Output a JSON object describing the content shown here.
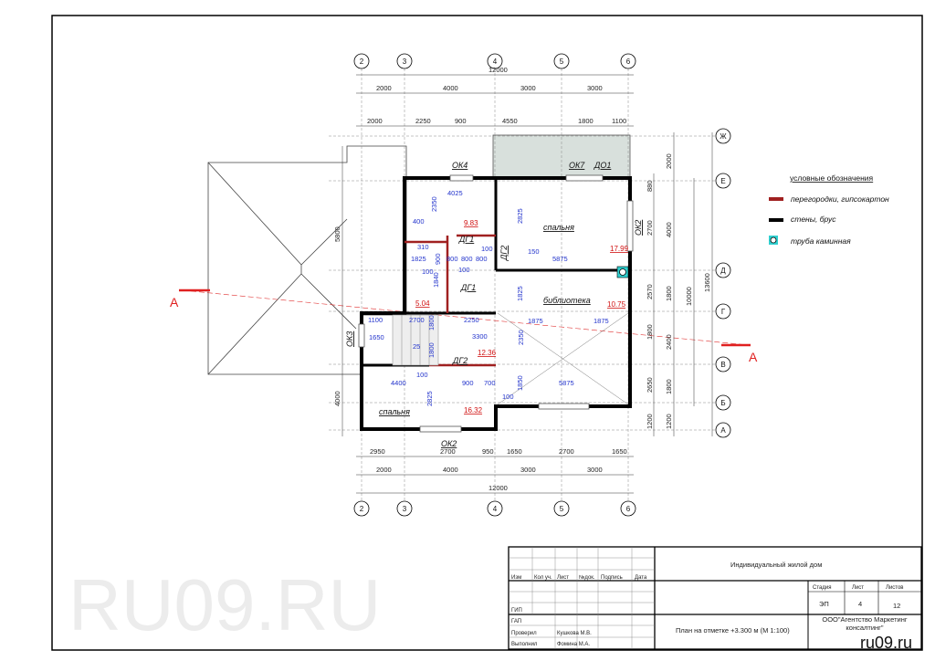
{
  "drawing": {
    "axes_columns": [
      "2",
      "3",
      "4",
      "5",
      "6"
    ],
    "axes_rows": [
      "Ж",
      "Е",
      "Д",
      "Г",
      "В",
      "Б",
      "А"
    ],
    "top_dims_total": "12000",
    "top_dims_axes": [
      "2000",
      "4000",
      "3000",
      "3000"
    ],
    "top_dims_detail": [
      "2000",
      "2250",
      "900",
      "4550",
      "1800",
      "1100"
    ],
    "bottom_dims_detail": [
      "2950",
      "2700",
      "950",
      "1650",
      "2700",
      "1650"
    ],
    "bottom_dims_axes": [
      "2000",
      "4000",
      "3000",
      "3000"
    ],
    "bottom_dims_total": "12000",
    "right_dims_outer": [
      "880",
      "2700",
      "2570",
      "1800",
      "2650",
      "1200"
    ],
    "right_dims_axes": [
      "2000",
      "4000",
      "1800",
      "2400",
      "1800",
      "1200"
    ],
    "right_dims_sub": "10000",
    "right_dims_total": "13600",
    "left_dims": [
      "5800",
      "4000"
    ],
    "section_mark": "А",
    "openings": [
      "ОК4",
      "ОК7",
      "ДО1",
      "ОК2",
      "ОК3",
      "ОК2",
      "ДГ1",
      "ДГ1",
      "ДГ2",
      "ДГ2"
    ],
    "rooms": [
      {
        "name": "спальня",
        "area": "17.99"
      },
      {
        "name": "библиотека",
        "area": "10.75"
      },
      {
        "name": "спальня",
        "area": "16.32"
      }
    ],
    "areas_other": [
      "9.83",
      "5.04",
      "12.36"
    ],
    "inner_dims": [
      "4025",
      "2350",
      "400",
      "310",
      "1825",
      "900",
      "800",
      "800",
      "800",
      "100",
      "100",
      "1840",
      "100",
      "2825",
      "150",
      "5875",
      "1825",
      "1100",
      "2700",
      "1800",
      "2250",
      "3300",
      "1650",
      "25",
      "1800",
      "1875",
      "1875",
      "2350",
      "4400",
      "100",
      "2825",
      "900",
      "700",
      "1850",
      "100",
      "5875"
    ],
    "watermark": "RU09.RU"
  },
  "legend": {
    "title": "условные обозначения",
    "items": [
      {
        "label": "перегородки, гипсокартон",
        "color": "#a02020"
      },
      {
        "label": "стены, брус",
        "color": "#000000"
      },
      {
        "label": "труба каминная",
        "color": "#30d0d0"
      }
    ]
  },
  "title_block": {
    "headers": [
      "Изм",
      "Кол уч.",
      "Лист",
      "№док.",
      "Подпись",
      "Дата"
    ],
    "project": "Индивидуальный жилой дом",
    "roles": [
      {
        "role": "ГИП",
        "name": ""
      },
      {
        "role": "ГАП",
        "name": ""
      },
      {
        "role": "Проверил",
        "name": "Кушкова М.В."
      },
      {
        "role": "Выполнил",
        "name": "Фомина М.А."
      }
    ],
    "stage_label": "Стадия",
    "sheet_label": "Лист",
    "sheets_label": "Листов",
    "stage": "ЭП",
    "sheet": "4",
    "sheets": "12",
    "sheet_title": "План на отметке +3.300 м (М 1:100)",
    "company": "ООО\"Агентство Маркетинг консалтинг\"",
    "site_watermark": "ru09.ru"
  }
}
